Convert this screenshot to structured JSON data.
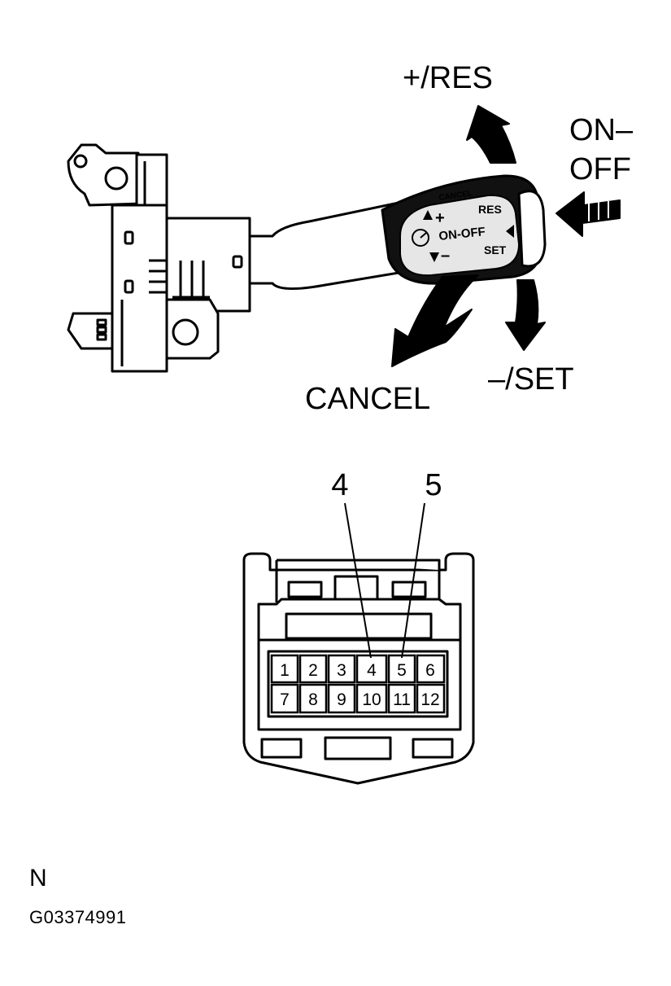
{
  "labels": {
    "res": "+/RES",
    "on_off": [
      "ON–",
      "OFF"
    ],
    "cancel": "CANCEL",
    "set": "–/SET"
  },
  "lever_face": {
    "cancel_text": "CANCEL",
    "plus": "+",
    "minus": "–",
    "res": "RES",
    "on_off": "ON-OFF",
    "set": "SET"
  },
  "connector": {
    "callouts": [
      "4",
      "5"
    ],
    "pins_top": [
      "1",
      "2",
      "3",
      "4",
      "5",
      "6"
    ],
    "pins_bottom": [
      "7",
      "8",
      "9",
      "10",
      "11",
      "12"
    ]
  },
  "figure_letter": "N",
  "figure_id": "G03374991"
}
